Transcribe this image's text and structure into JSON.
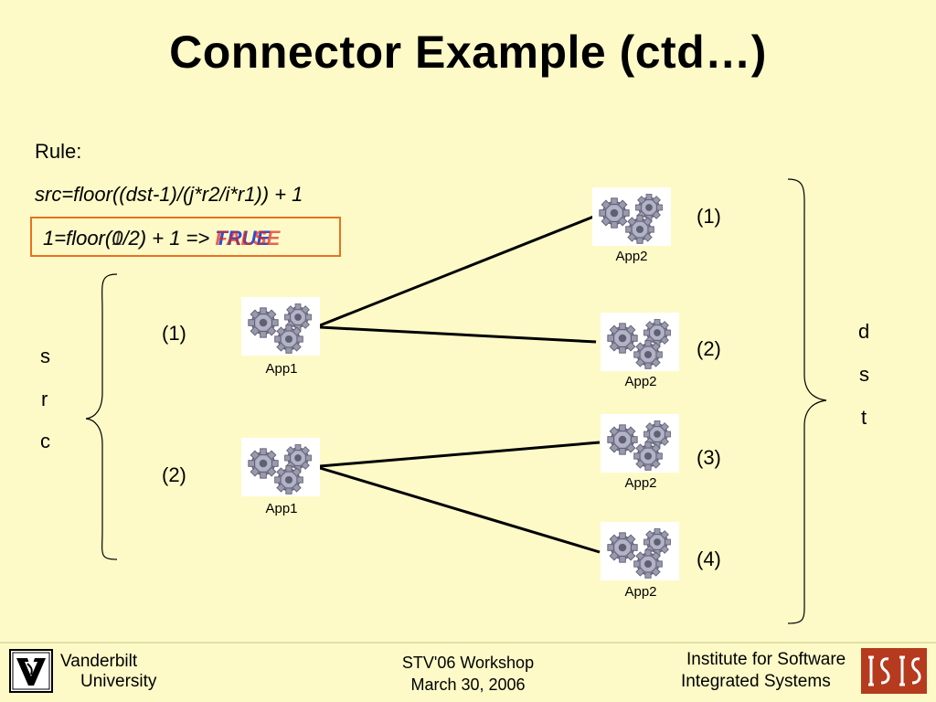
{
  "title": "Connector Example (ctd…)",
  "rule": {
    "label": "Rule:",
    "expression": "src=floor((dst-1)/(j*r2/i*r1)) + 1",
    "result_overlay_a": {
      "expr": "1=floor(0/2) + 1 =>",
      "value": "TRUE"
    },
    "result_overlay_b": {
      "expr": "1=floor(1/2) + 1 =>",
      "value": "FALSE"
    }
  },
  "src": {
    "letters": [
      "s",
      "r",
      "c"
    ],
    "items": [
      {
        "index": "(1)",
        "app": "App1"
      },
      {
        "index": "(2)",
        "app": "App1"
      }
    ]
  },
  "dst": {
    "letters": [
      "d",
      "s",
      "t"
    ],
    "items": [
      {
        "index": "(1)",
        "app": "App2"
      },
      {
        "index": "(2)",
        "app": "App2"
      },
      {
        "index": "(3)",
        "app": "App2"
      },
      {
        "index": "(4)",
        "app": "App2"
      }
    ]
  },
  "connections": [
    {
      "from": "src-1",
      "to": "dst-1"
    },
    {
      "from": "src-1",
      "to": "dst-2"
    },
    {
      "from": "src-2",
      "to": "dst-3"
    },
    {
      "from": "src-2",
      "to": "dst-4"
    }
  ],
  "footer": {
    "university": [
      "Vanderbilt",
      "University"
    ],
    "workshop": [
      "STV'06 Workshop",
      "March 30, 2006"
    ],
    "institute": [
      "Institute for Software",
      "Integrated Systems"
    ],
    "logos": [
      "vanderbilt-logo-icon",
      "isis-logo-icon"
    ]
  },
  "colors": {
    "background": "#fdfac8",
    "result_border": "#e8711f",
    "true": "#2a4ed8",
    "false": "#e0261f",
    "isis_logo": "#b53a1e"
  }
}
